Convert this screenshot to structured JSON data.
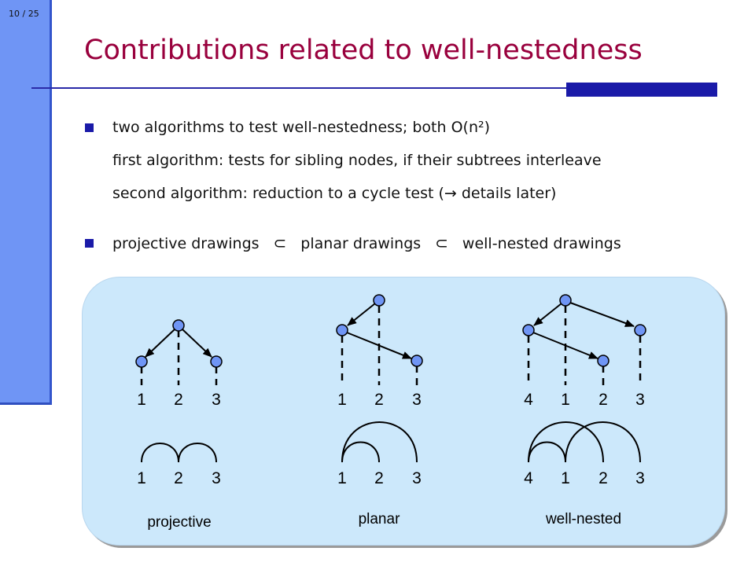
{
  "slide": {
    "page_number": "10 / 25",
    "title": "Contributions related to well-nestedness",
    "bullets": [
      {
        "lines": [
          "two algorithms to test well-nestedness; both O(n²)",
          "first algorithm:  tests for sibling nodes, if their subtrees interleave",
          "second algorithm: reduction to a cycle test (→ details later)"
        ]
      },
      {
        "parts": [
          "projective drawings",
          "planar drawings",
          "well-nested drawings"
        ],
        "symbol": "⊂"
      }
    ]
  },
  "diagrams": [
    {
      "tree_order": [
        "1",
        "2",
        "3"
      ],
      "arc_order": [
        "1",
        "2",
        "3"
      ],
      "caption": "projective"
    },
    {
      "tree_order": [
        "1",
        "2",
        "3"
      ],
      "arc_order": [
        "1",
        "2",
        "3"
      ],
      "caption": "planar"
    },
    {
      "tree_order": [
        "4",
        "1",
        "2",
        "3"
      ],
      "arc_order": [
        "4",
        "1",
        "2",
        "3"
      ],
      "caption": "well-nested"
    }
  ],
  "colors": {
    "title": "#99003d",
    "accent": "#1a1aa8",
    "sidebar": "#6f95f5",
    "panel": "#cce8fb",
    "node_fill": "#6f95f5"
  }
}
